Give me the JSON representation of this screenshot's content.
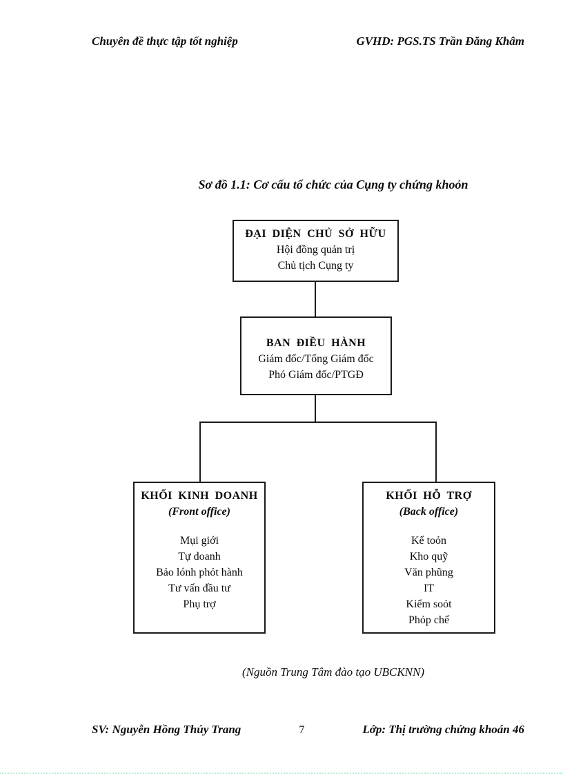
{
  "header": {
    "left": "Chuyên đề thực tập tốt nghiệp",
    "right": "GVHD: PGS.TS Trần Đăng Khâm"
  },
  "figure": {
    "title": "Sơ đồ 1.1: Cơ cấu tổ chức của Cụng ty chứng khoỏn",
    "caption": "(Nguồn Trung Tâm đào tạo UBCKNN)"
  },
  "diagram": {
    "nodes": {
      "owner": {
        "heading": "ĐẠI DIỆN CHỦ SỞ HỮU",
        "lines": [
          "Hội đồng quản trị",
          "Chủ tịch Cụng ty"
        ]
      },
      "board": {
        "heading": "BAN ĐIỀU HÀNH",
        "lines": [
          "Giám đốc/Tổng Giám đốc",
          "Phó Giám đốc/PTGĐ"
        ]
      },
      "front": {
        "heading": "KHỐI KINH DOANH",
        "subheading": "(Front office)",
        "items": [
          "Mụi giới",
          "Tự doanh",
          "Bảo lónh phỏt hành",
          "Tư vấn đầu tư",
          "Phụ trợ"
        ]
      },
      "back": {
        "heading": "KHỐI HỖ TRỢ",
        "subheading": "(Back office)",
        "items": [
          "Kế toỏn",
          "Kho quỹ",
          "Văn phũng",
          "IT",
          "Kiểm soỏt",
          "Phỏp chế"
        ]
      }
    },
    "edges": [
      [
        "owner",
        "board"
      ],
      [
        "board",
        "front"
      ],
      [
        "board",
        "back"
      ]
    ]
  },
  "footer": {
    "left": "SV: Nguyễn Hồng Thúy Trang",
    "page_number": "7",
    "right": "Lớp: Thị trường chứng khoán 46"
  },
  "colors": {
    "text": "#0a0a0a",
    "box_border": "#1a1a1a",
    "bottom_dotted_line": "#b2efcd",
    "background": "#ffffff"
  }
}
